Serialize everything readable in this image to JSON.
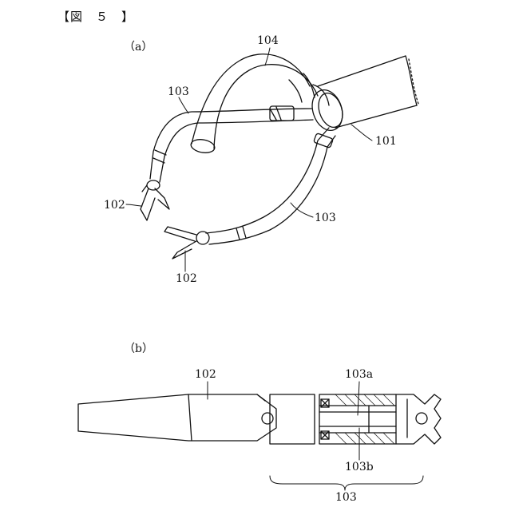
{
  "figure": {
    "title": "【図　５　】",
    "panel_a": "（a）",
    "panel_b": "（b）"
  },
  "labels_a": {
    "l104": "104",
    "l103_left": "103",
    "l103_right": "103",
    "l101": "101",
    "l102_left": "102",
    "l102_bottom": "102"
  },
  "labels_b": {
    "l102": "102",
    "l103a": "103a",
    "l103b": "103b",
    "l103": "103"
  }
}
